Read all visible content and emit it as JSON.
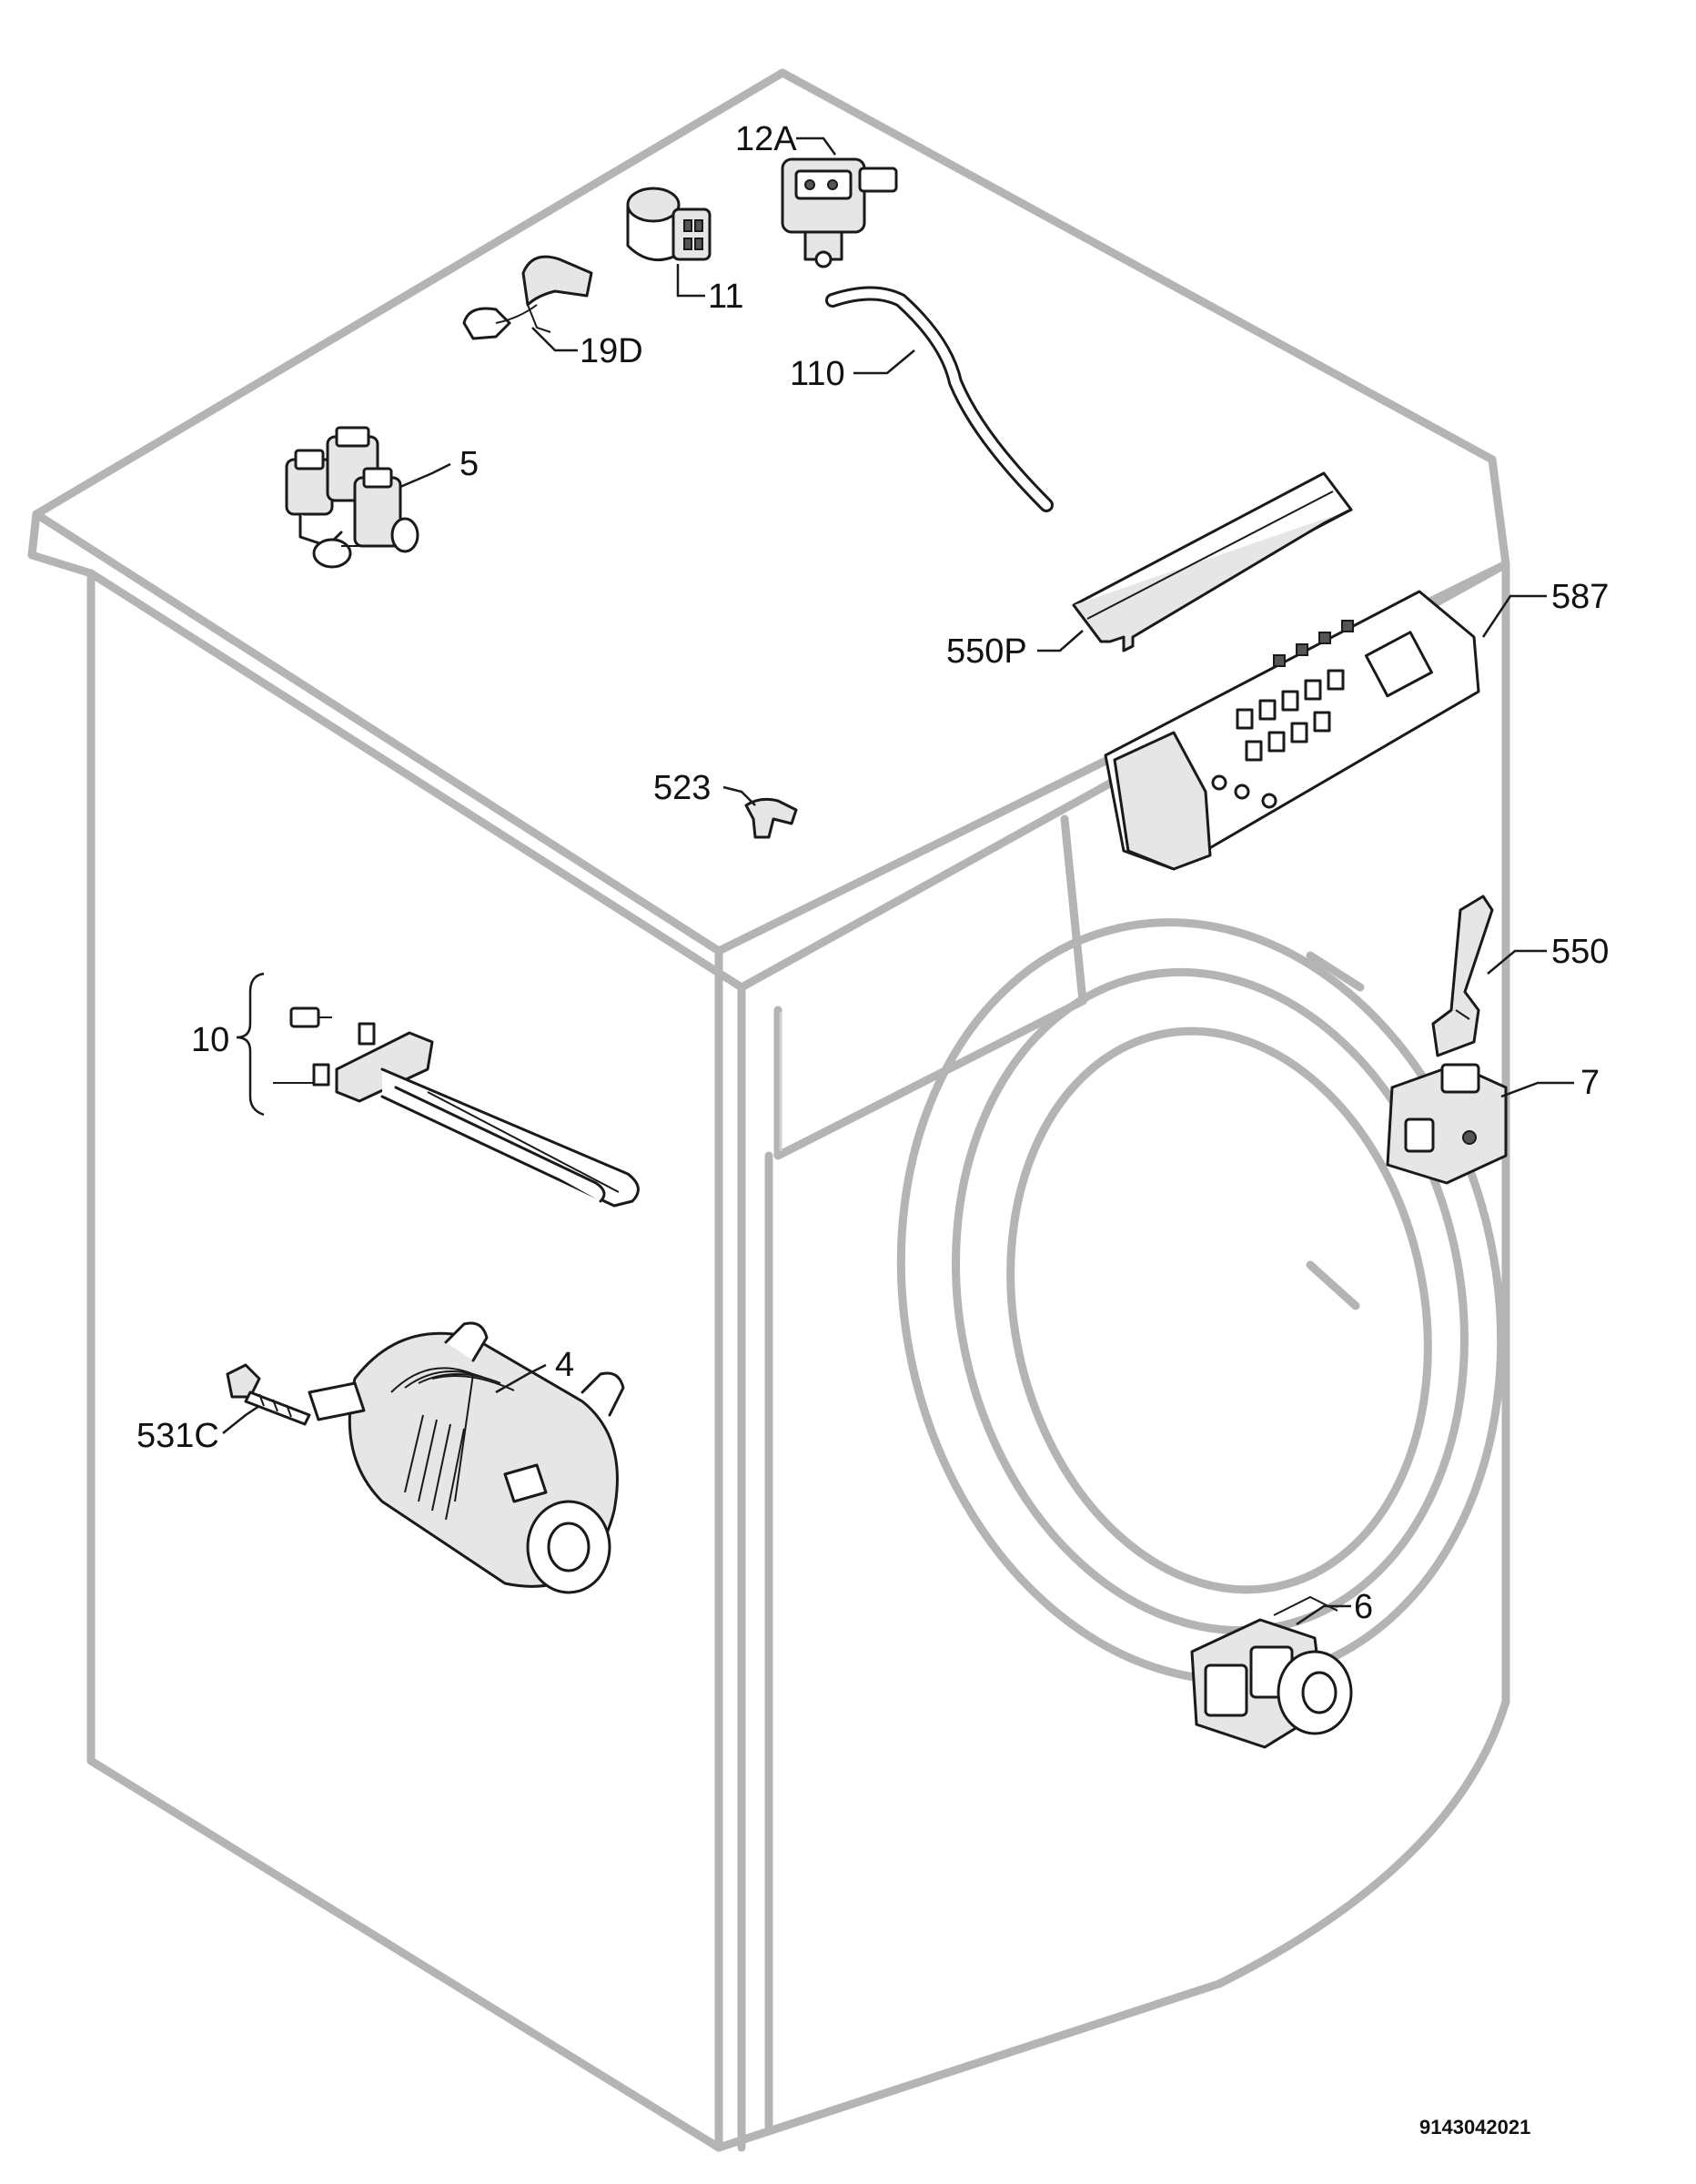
{
  "labels": {
    "p12A": "12A",
    "p11": "11",
    "p19D": "19D",
    "p110": "110",
    "p5": "5",
    "p550P": "550P",
    "p587": "587",
    "p523": "523",
    "p550": "550",
    "p7": "7",
    "p10": "10",
    "p4": "4",
    "p531C": "531C",
    "p6": "6"
  },
  "document_number": "9143042021"
}
